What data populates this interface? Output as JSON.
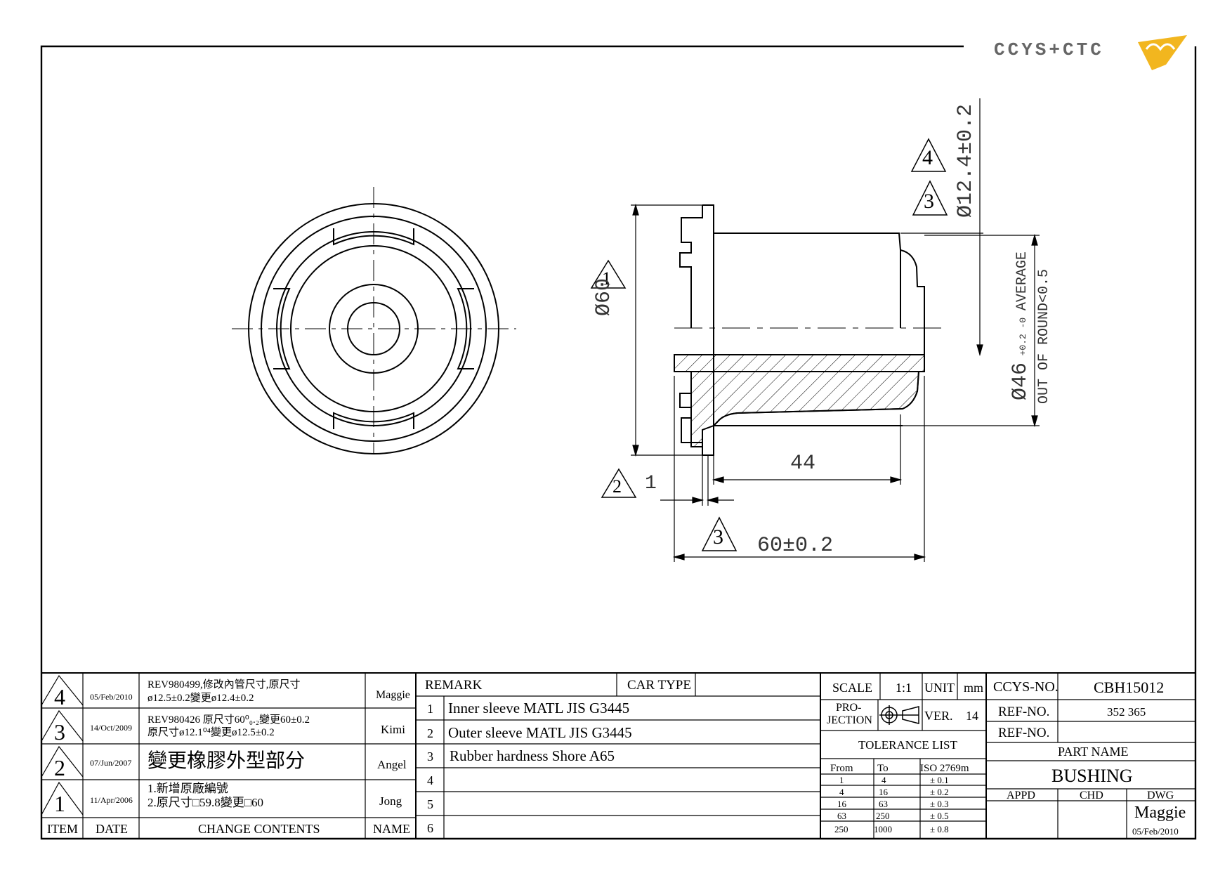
{
  "logo": {
    "text": "CCYS+CTC"
  },
  "dimensions": {
    "inner_dia": "Ø12.4±0.2",
    "outer_dia": "Ø60",
    "rubber_dia_value": "Ø46",
    "rubber_dia_tol": "+0.2 -0",
    "rubber_dia_note1": "AVERAGE",
    "rubber_dia_note2": "OUT OF ROUND<0.5",
    "length_44": "44",
    "flange_1": "1",
    "total_length": "60±0.2"
  },
  "rev_markers": {
    "r1": "1",
    "r2": "2",
    "r3": "3",
    "r4": "4"
  },
  "revisions": [
    {
      "item": "4",
      "date": "05/Feb/2010",
      "content_1": "REV980499,修改內管尺寸,原尺寸",
      "content_2": "ø12.5±0.2變更ø12.4±0.2",
      "name": "Maggie"
    },
    {
      "item": "3",
      "date": "14/Oct/2009",
      "content_1": "REV980426 原尺寸60⁰₀.₂變更60±0.2",
      "content_2": "原尺寸ø12.1⁰⁴變更ø12.5±0.2",
      "name": "Kimi"
    },
    {
      "item": "2",
      "date": "07/Jun/2007",
      "content_1": "變更橡膠外型部分",
      "content_2": "",
      "name": "Angel"
    },
    {
      "item": "1",
      "date": "11/Apr/2006",
      "content_1": "1.新增原廠編號",
      "content_2": "2.原尺寸□59.8變更□60",
      "name": "Jong"
    }
  ],
  "rev_headers": {
    "item": "ITEM",
    "date": "DATE",
    "contents": "CHANGE CONTENTS",
    "name": "NAME"
  },
  "remark": {
    "header": "REMARK",
    "car_type": "CAR TYPE",
    "rows": [
      {
        "no": "1",
        "text": "Inner sleeve MATL JIS G3445"
      },
      {
        "no": "2",
        "text": "Outer sleeve MATL JIS G3445"
      },
      {
        "no": "3",
        "text": "Rubber hardness Shore A65"
      },
      {
        "no": "4",
        "text": ""
      },
      {
        "no": "5",
        "text": ""
      },
      {
        "no": "6",
        "text": ""
      }
    ]
  },
  "spec": {
    "scale_label": "SCALE",
    "scale_value": "1:1",
    "unit_label": "UNIT",
    "unit_value": "mm",
    "projection_1": "PRO-",
    "projection_2": "JECTION",
    "ver_label": "VER.",
    "ver_value": "14"
  },
  "tolerance": {
    "title": "TOLERANCE LIST",
    "headers": [
      "From",
      "To",
      "ISO 2769m"
    ],
    "rows": [
      [
        "1",
        "4",
        "± 0.1"
      ],
      [
        "4",
        "16",
        "± 0.2"
      ],
      [
        "16",
        "63",
        "± 0.3"
      ],
      [
        "63",
        "250",
        "± 0.5"
      ],
      [
        "250",
        "1000",
        "± 0.8"
      ]
    ]
  },
  "part": {
    "ccys_label": "CCYS-NO.",
    "ccys_value": "CBH15012",
    "ref1_label": "REF-NO.",
    "ref1_value": "352 365",
    "ref2_label": "REF-NO.",
    "ref2_value": "",
    "name_label": "PART NAME",
    "name_value": "BUSHING",
    "appd": "APPD",
    "chd": "CHD",
    "dwg": "DWG",
    "drawn_by": "Maggie",
    "drawn_date": "05/Feb/2010"
  }
}
